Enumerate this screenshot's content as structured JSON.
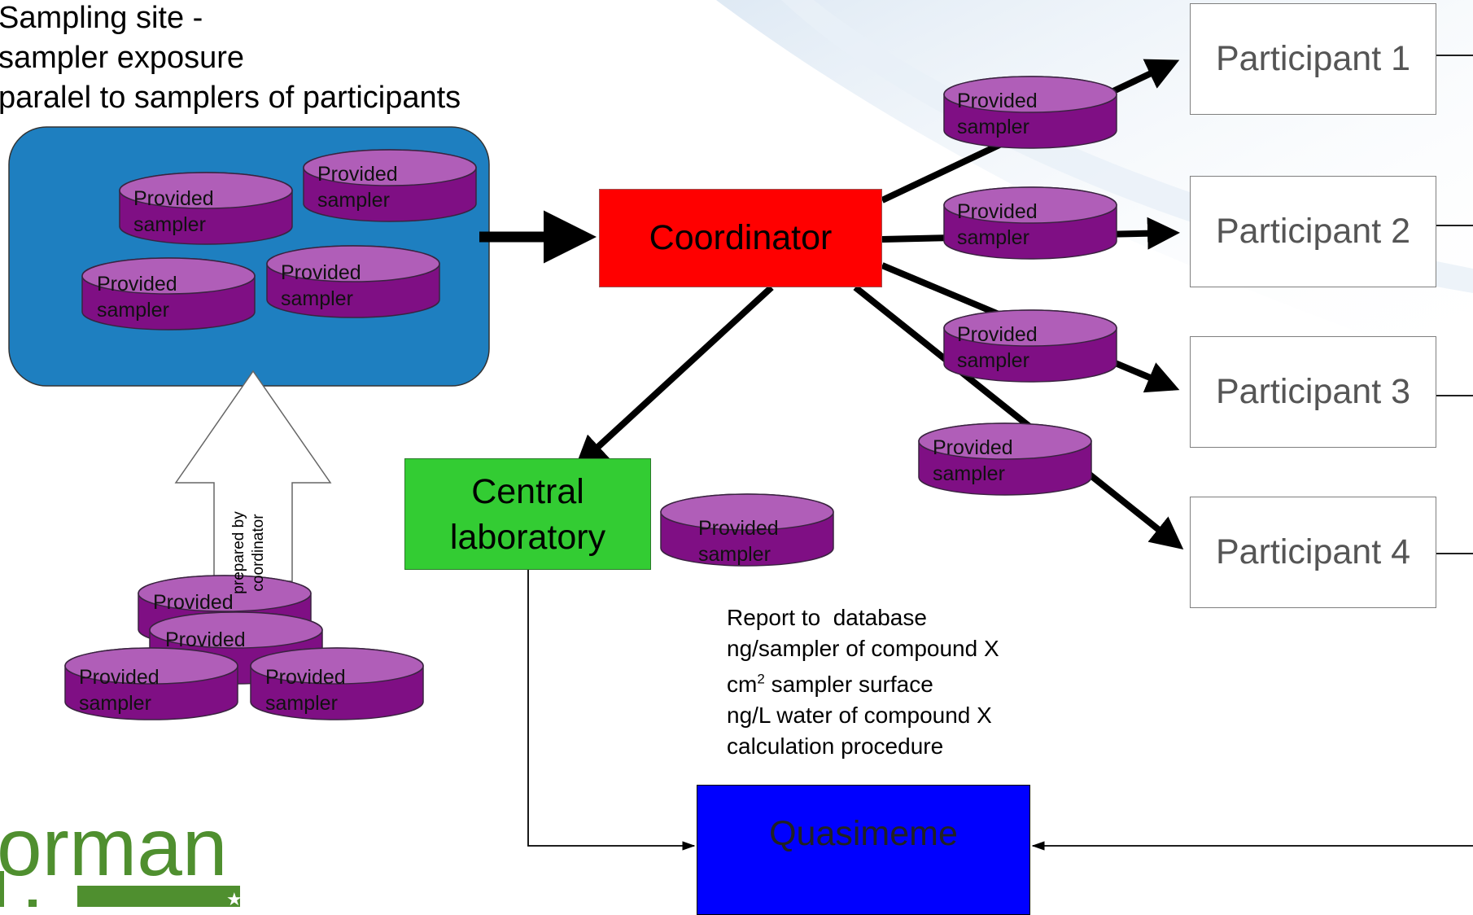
{
  "site": {
    "lines": [
      "Sampling site -",
      "sampler exposure",
      "paralel to samplers of participants"
    ]
  },
  "sampler_label": {
    "line1": "Provided",
    "line2": "sampler"
  },
  "arrow_label": {
    "line1": "prepared by",
    "line2": "coordinator"
  },
  "coordinator": "Coordinator",
  "central_lab": {
    "line1": "Central",
    "line2": "laboratory"
  },
  "participants": [
    "Participant 1",
    "Participant 2",
    "Participant 3",
    "Participant 4"
  ],
  "report": {
    "line1": "Report to  database",
    "line2": "ng/sampler of compound X",
    "line3_prefix": "cm",
    "line3_sup": "2",
    "line3_suffix": " sampler surface",
    "line4": "ng/L water of compound X",
    "line5": "calculation procedure"
  },
  "quasimeme": "Quasimeme",
  "logo_text": "orman",
  "colors": {
    "site_box": "#1e7fc0",
    "coordinator": "#ff0000",
    "central_lab": "#33cc33",
    "quasimeme": "#0000ff",
    "sampler_top": "#b05eb8",
    "sampler_side": "#7f0f84",
    "logo": "#4f8f2f"
  }
}
